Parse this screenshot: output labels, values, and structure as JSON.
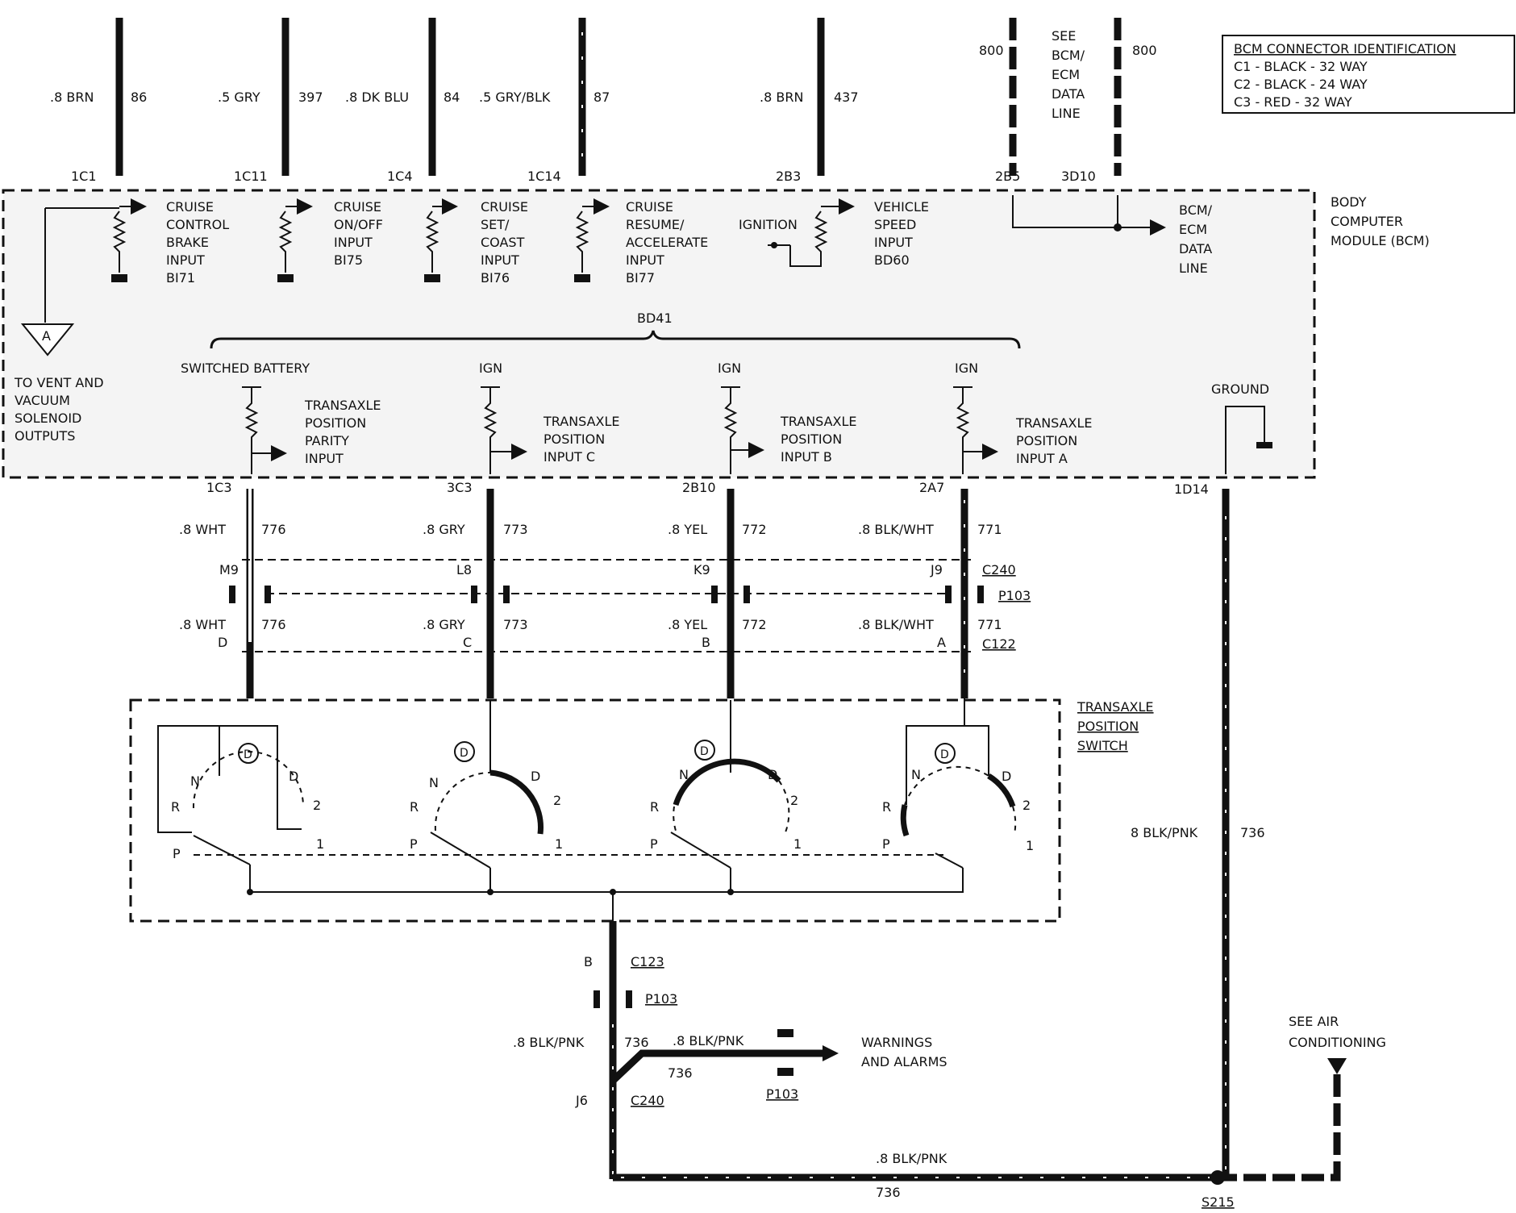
{
  "bcm_connector_id": {
    "title": "BCM CONNECTOR IDENTIFICATION",
    "lines": [
      "C1 - BLACK - 32 WAY",
      "C2 - BLACK - 24 WAY",
      "C3 - RED - 32 WAY"
    ]
  },
  "bcm": {
    "label_lines": [
      "BODY",
      "COMPUTER",
      "MODULE (BCM)"
    ],
    "data_line_label": [
      "BCM/",
      "ECM",
      "DATA",
      "LINE"
    ],
    "see_data_line": [
      "SEE",
      "BCM/",
      "ECM",
      "DATA",
      "LINE"
    ],
    "bd41": "BD41",
    "ignition": "IGNITION",
    "ground": "GROUND",
    "to_vent": [
      "TO VENT AND",
      "VACUUM",
      "SOLENOID",
      "OUTPUTS"
    ],
    "triangle_label": "A"
  },
  "top_wires": [
    {
      "wire": ".8 BRN",
      "circuit": "86",
      "pin": "1C1",
      "input": [
        "CRUISE",
        "CONTROL",
        "BRAKE",
        "INPUT",
        "BI71"
      ]
    },
    {
      "wire": ".5 GRY",
      "circuit": "397",
      "pin": "1C11",
      "input": [
        "CRUISE",
        "ON/OFF",
        "INPUT",
        "BI75"
      ]
    },
    {
      "wire": ".8 DK BLU",
      "circuit": "84",
      "pin": "1C4",
      "input": [
        "CRUISE",
        "SET/",
        "COAST",
        "INPUT",
        "BI76"
      ]
    },
    {
      "wire": ".5 GRY/BLK",
      "circuit": "87",
      "pin": "1C14",
      "input": [
        "CRUISE",
        "RESUME/",
        "ACCELERATE",
        "INPUT",
        "BI77"
      ]
    },
    {
      "wire": ".8 BRN",
      "circuit": "437",
      "pin": "2B3",
      "input": [
        "VEHICLE",
        "SPEED",
        "INPUT",
        "BD60"
      ]
    },
    {
      "wire": "",
      "circuit": "800",
      "pin": "2B5",
      "input": []
    },
    {
      "wire": "",
      "circuit": "800",
      "pin": "3D10",
      "input": []
    }
  ],
  "lower_inputs": [
    {
      "supply": "SWITCHED BATTERY",
      "input": [
        "TRANSAXLE",
        "POSITION",
        "PARITY",
        "INPUT"
      ],
      "pin": "1C3",
      "wire": ".8 WHT",
      "circuit": "776",
      "c240_pin": "M9",
      "c122_pin": "D"
    },
    {
      "supply": "IGN",
      "input": [
        "TRANSAXLE",
        "POSITION",
        "INPUT C"
      ],
      "pin": "3C3",
      "wire": ".8 GRY",
      "circuit": "773",
      "c240_pin": "L8",
      "c122_pin": "C"
    },
    {
      "supply": "IGN",
      "input": [
        "TRANSAXLE",
        "POSITION",
        "INPUT B"
      ],
      "pin": "2B10",
      "wire": ".8 YEL",
      "circuit": "772",
      "c240_pin": "K9",
      "c122_pin": "B"
    },
    {
      "supply": "IGN",
      "input": [
        "TRANSAXLE",
        "POSITION",
        "INPUT A"
      ],
      "pin": "2A7",
      "wire": ".8 BLK/WHT",
      "circuit": "771",
      "c240_pin": "J9",
      "c122_pin": "A"
    }
  ],
  "connectors": {
    "c240": "C240",
    "p103": "P103",
    "c122": "C122",
    "c123": "C123",
    "c123_pin": "B",
    "j6": "J6"
  },
  "transaxle_switch": {
    "label_lines": [
      "TRANSAXLE",
      "POSITION",
      "SWITCH"
    ],
    "positions": [
      "P",
      "R",
      "N",
      "D",
      "2",
      "1"
    ],
    "d_circle": "D"
  },
  "ground_wire": {
    "pin": "1D14",
    "wire": "8 BLK/PNK",
    "circuit": "736"
  },
  "bottom": {
    "wire1": ".8 BLK/PNK",
    "circuit1": "736",
    "branch_wire": ".8 BLK/PNK",
    "branch_circuit": "736",
    "warnings": [
      "WARNINGS",
      "AND ALARMS"
    ],
    "bottom_wire": ".8 BLK/PNK",
    "bottom_circuit": "736",
    "splice": "S215",
    "see_ac": [
      "SEE AIR",
      "CONDITIONING"
    ]
  }
}
